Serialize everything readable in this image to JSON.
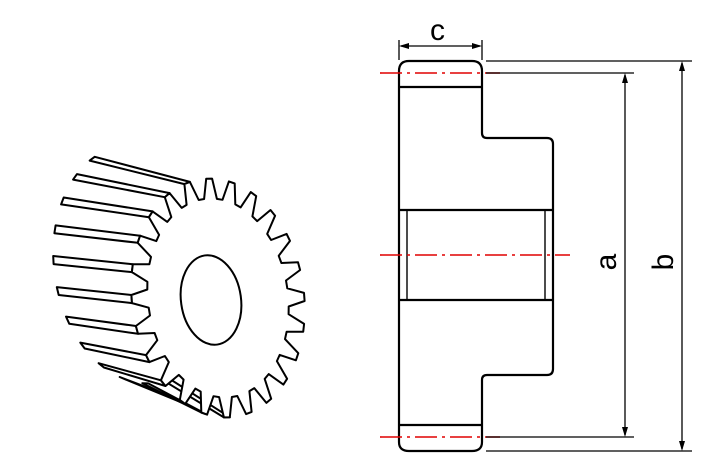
{
  "diagram": {
    "dimensions": {
      "c": "c",
      "a": "a",
      "b": "b"
    },
    "colors": {
      "outline": "#000000",
      "centerline": "#e00000",
      "background": "#ffffff"
    },
    "gear": {
      "tooth_count": 24
    }
  }
}
